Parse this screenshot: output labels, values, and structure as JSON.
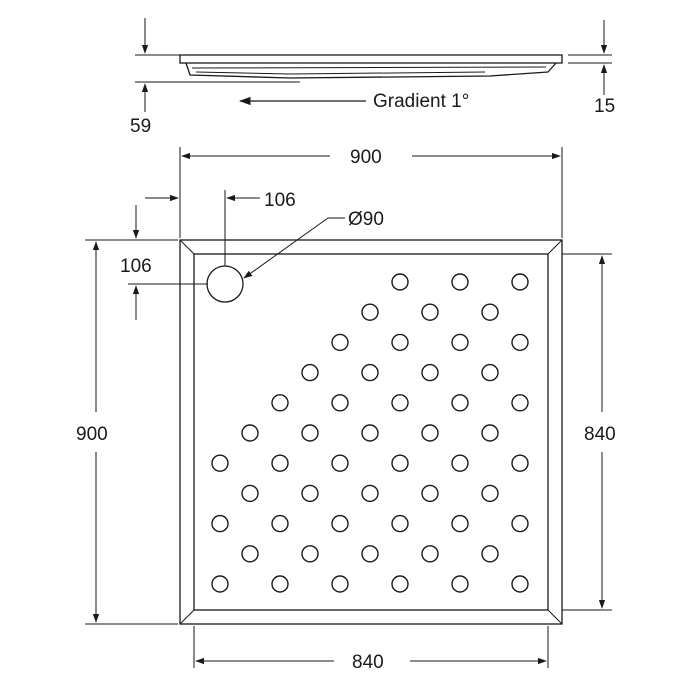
{
  "labels": {
    "side_view_height": "59",
    "lip_height": "15",
    "gradient": "Gradient 1°",
    "outer_width": "900",
    "outer_height": "900",
    "inner_width": "840",
    "inner_height": "840",
    "drain_offset_x": "106",
    "drain_offset_y": "106",
    "drain_diameter": "Ø90"
  },
  "hole_grid": {
    "rows": 11,
    "cols": 11,
    "pattern": "staggered",
    "top_left_region_omitted": true
  },
  "colors": {
    "line": "#1a1a1a",
    "background": "#ffffff"
  }
}
